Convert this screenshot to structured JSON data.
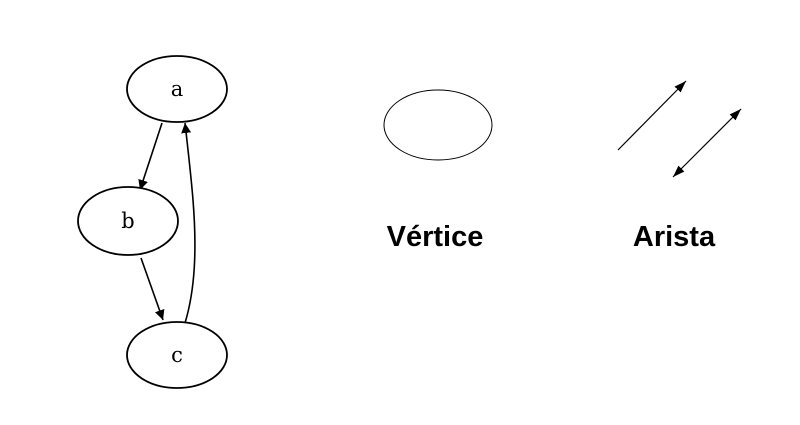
{
  "graph": {
    "nodes": [
      {
        "id": "a",
        "label": "a"
      },
      {
        "id": "b",
        "label": "b"
      },
      {
        "id": "c",
        "label": "c"
      }
    ],
    "edges": [
      {
        "from": "a",
        "to": "b",
        "directed": true
      },
      {
        "from": "b",
        "to": "c",
        "directed": true
      },
      {
        "from": "c",
        "to": "a",
        "directed": true
      }
    ]
  },
  "legend": {
    "vertex_label": "Vértice",
    "edge_label": "Arista"
  },
  "colors": {
    "stroke": "#000000",
    "background": "#ffffff"
  }
}
